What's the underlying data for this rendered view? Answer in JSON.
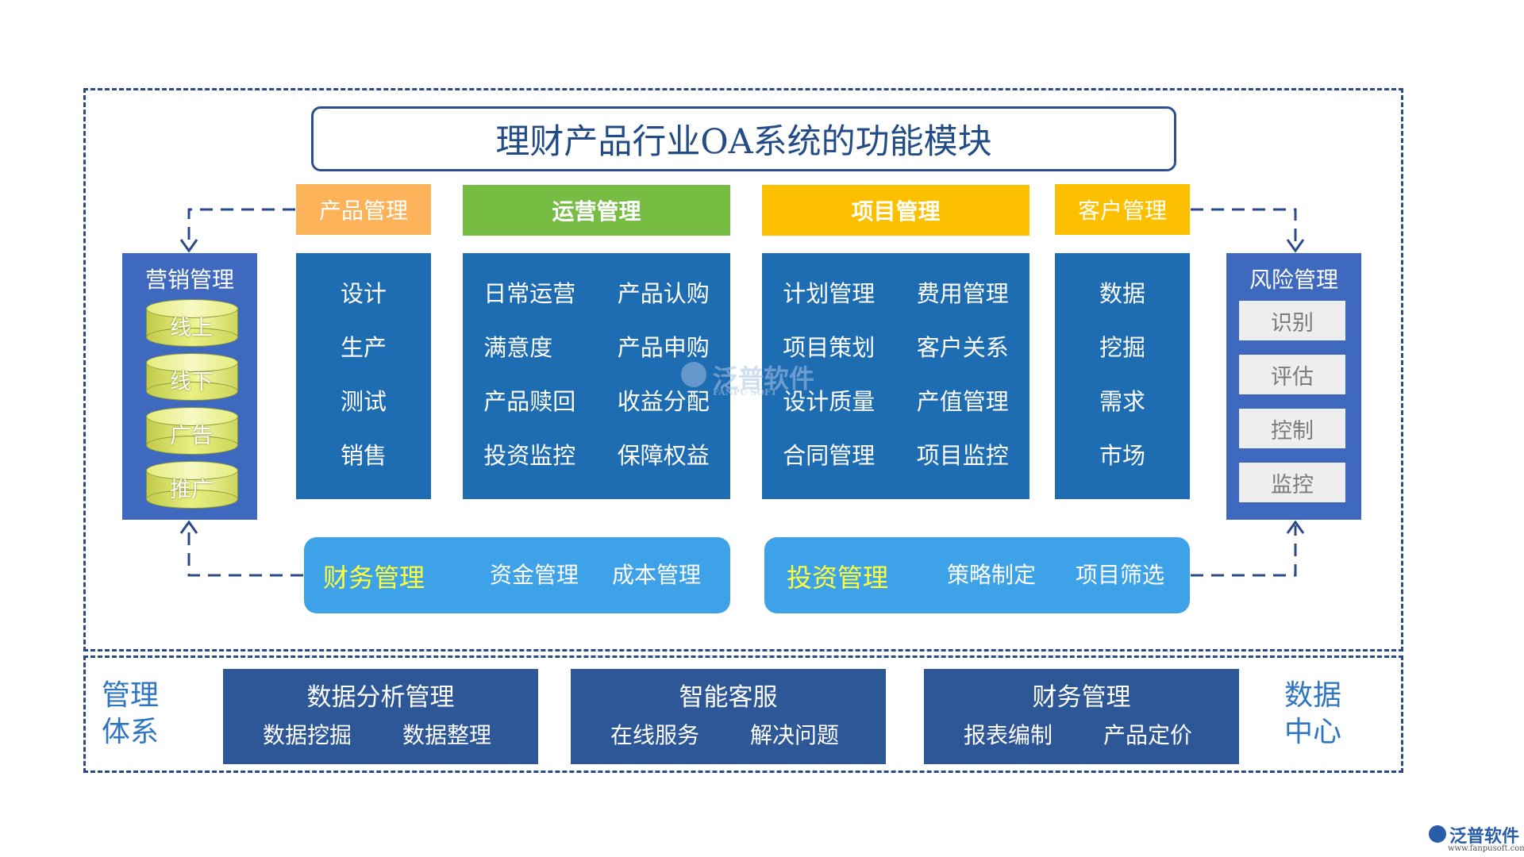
{
  "title": "理财产品行业OA系统的功能模块",
  "top_modules": [
    {
      "name": "产品管理",
      "color": "#fcb35a",
      "items": [
        "设计",
        "生产",
        "测试",
        "销售"
      ]
    },
    {
      "name": "运营管理",
      "color": "#77bd44",
      "items": [
        [
          "日常运营",
          "产品认购"
        ],
        [
          "满意度",
          "产品申购"
        ],
        [
          "产品赎回",
          "收益分配"
        ],
        [
          "投资监控",
          "保障权益"
        ]
      ]
    },
    {
      "name": "项目管理",
      "color": "#fcc000",
      "items": [
        [
          "计划管理",
          "费用管理"
        ],
        [
          "项目策划",
          "客户关系"
        ],
        [
          "设计质量",
          "产值管理"
        ],
        [
          "合同管理",
          "项目监控"
        ]
      ]
    },
    {
      "name": "客户管理",
      "color": "#fcc000",
      "items": [
        "数据",
        "挖掘",
        "需求",
        "市场"
      ]
    }
  ],
  "marketing": {
    "title": "营销管理",
    "items": [
      "线上",
      "线下",
      "广告",
      "推广"
    ]
  },
  "risk": {
    "title": "风险管理",
    "items": [
      "识别",
      "评估",
      "控制",
      "监控"
    ]
  },
  "finance": {
    "title": "财务管理",
    "items": [
      "资金管理",
      "成本管理"
    ]
  },
  "investment": {
    "title": "投资管理",
    "items": [
      "策略制定",
      "项目筛选"
    ]
  },
  "bottom": {
    "left_label": [
      "管理",
      "体系"
    ],
    "right_label": [
      "数据",
      "中心"
    ],
    "boxes": [
      {
        "title": "数据分析管理",
        "items": [
          "数据挖掘",
          "数据整理"
        ]
      },
      {
        "title": "智能客服",
        "items": [
          "在线服务",
          "解决问题"
        ]
      },
      {
        "title": "财务管理",
        "items": [
          "报表编制",
          "产品定价"
        ]
      }
    ]
  },
  "watermark": {
    "center": "泛普软件",
    "center_sub": "FANPU SOFT",
    "brand": "泛普软件",
    "url": "www.fanpusoft.com"
  }
}
